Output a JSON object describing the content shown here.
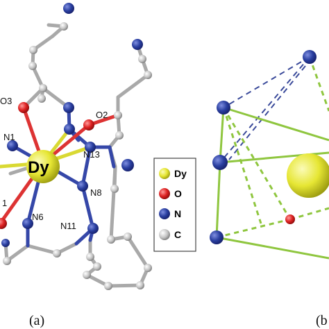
{
  "panel_a": {
    "central_atom": "Dy",
    "atom_labels": {
      "o3": "O3",
      "o2": "O2",
      "n1": "N1",
      "n13": "N13",
      "n8": "N8",
      "n6": "N6",
      "n11": "N11",
      "o1_partial": "1"
    },
    "caption": "(a)"
  },
  "legend": {
    "items": [
      {
        "label": "Dy",
        "color": "#e6e633"
      },
      {
        "label": "O",
        "color": "#dd2222"
      },
      {
        "label": "N",
        "color": "#2a3fa0"
      },
      {
        "label": "C",
        "color": "#bdbdbd"
      }
    ]
  },
  "panel_b": {
    "caption": "(b"
  },
  "colors": {
    "dy": "#e6e633",
    "oxygen": "#dd2222",
    "nitrogen": "#2a3fa0",
    "carbon": "#bdbdbd",
    "polyhedron_edge": "#8fc63f",
    "cap_edge": "#3a4a9a"
  }
}
